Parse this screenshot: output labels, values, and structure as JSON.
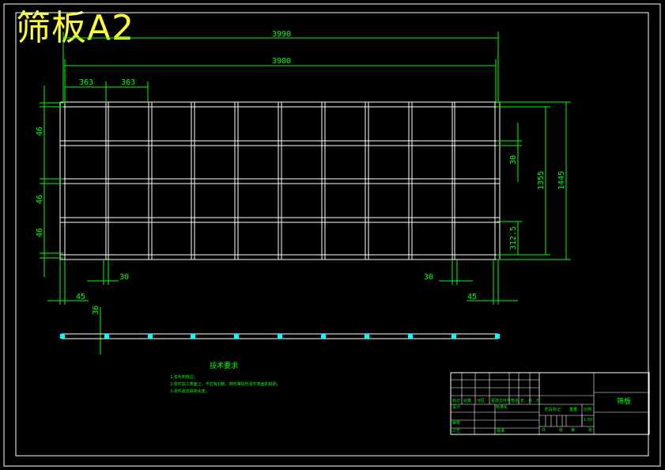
{
  "title": "筛板A2",
  "colors": {
    "background": "#000000",
    "frame": "#ffffff",
    "dimension": "#00ff00",
    "title": "#ffff33",
    "bolt": "#00ffff",
    "table_text": "#00ff00"
  },
  "dimensions": {
    "overall_width_outer": "3990",
    "overall_width_inner": "3900",
    "cell_width_1": "363",
    "cell_width_2": "363",
    "left_strip_top": "46",
    "left_strip_mid": "46",
    "left_strip_bottom": "46",
    "right_gap": "30",
    "right_inner_height": "1355",
    "right_outer_height": "1445",
    "right_bottom": "312.5",
    "bottom_gap_left": "30",
    "bottom_gap_right": "30",
    "bottom_offset_left": "45",
    "bottom_offset_right": "45",
    "side_view_thickness": "36"
  },
  "tech_requirements": {
    "heading": "技术要求",
    "items": [
      "1.去毛刺锐边。",
      "2.零件加工表面上，不应有划痕、擦伤等损伤零件表面的缺陷。",
      "3.零件需去除氧化皮。"
    ]
  },
  "title_block": {
    "part_name": "筛板",
    "cells": [
      "标记",
      "处数",
      "分区",
      "更改文件号",
      "签名",
      "年、月、日",
      "设计",
      "标准化",
      "审核",
      "工艺",
      "批准",
      "阶段标记",
      "重量",
      "比例",
      "1:50",
      "共",
      "张",
      "第",
      "张"
    ]
  }
}
